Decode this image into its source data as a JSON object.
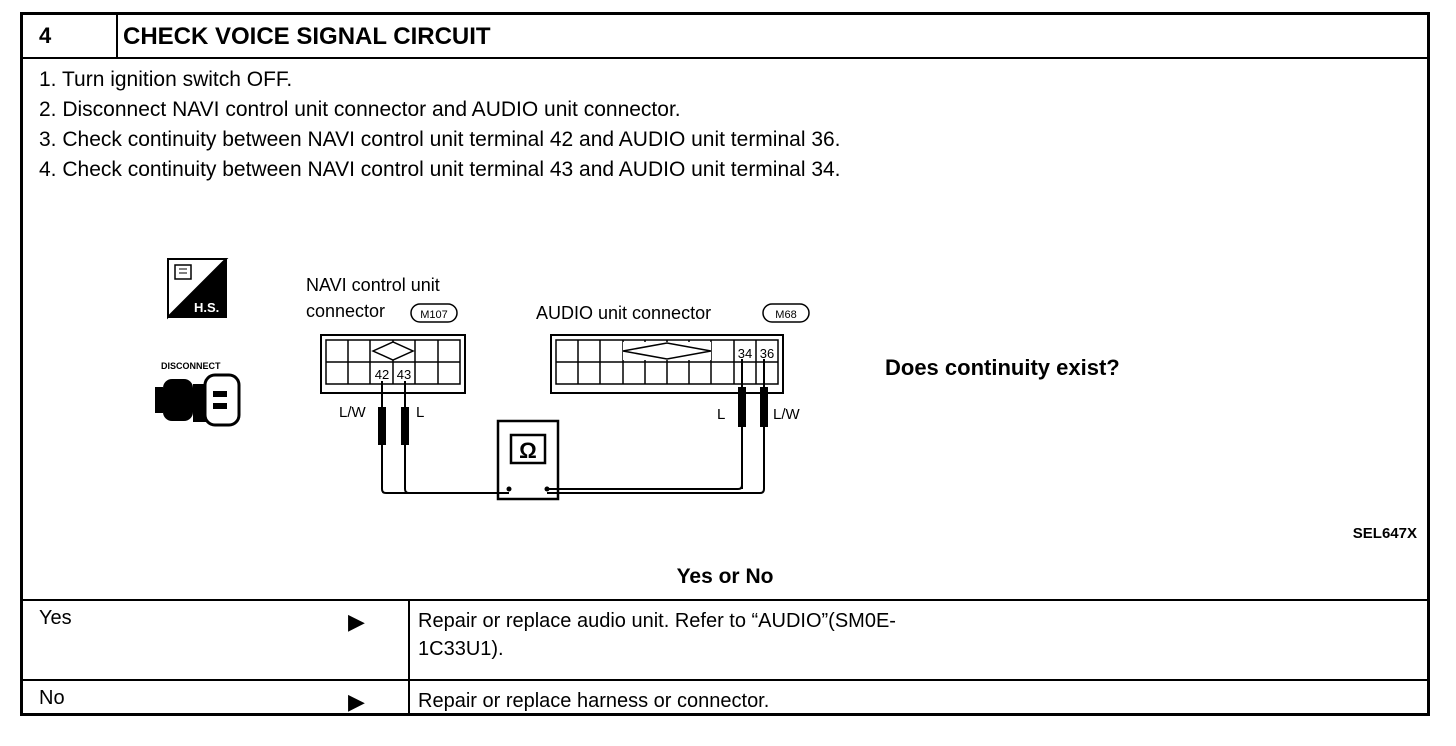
{
  "step": {
    "number": "4",
    "title": "CHECK VOICE SIGNAL CIRCUIT"
  },
  "instructions": [
    "1.  Turn ignition switch OFF.",
    "2.  Disconnect NAVI control unit connector and AUDIO unit connector.",
    "3.  Check continuity between NAVI control unit terminal 42 and AUDIO unit terminal 36.",
    "4.  Check continuity between NAVI control unit terminal 43 and AUDIO unit terminal 34."
  ],
  "diagram": {
    "icons": {
      "hs_label": "H.S.",
      "disconnect_label": "DISCONNECT"
    },
    "navi": {
      "label_line1": "NAVI  control  unit",
      "label_line2": "connector",
      "connector_id": "M107",
      "terminal_a": "42",
      "terminal_b": "43",
      "wire_a": "L/W",
      "wire_b": "L"
    },
    "audio": {
      "label": "AUDIO  unit  connector",
      "connector_id": "M68",
      "terminal_a": "34",
      "terminal_b": "36",
      "wire_a": "L",
      "wire_b": "L/W"
    },
    "meter_symbol": "Ω"
  },
  "question": "Does continuity exist?",
  "figure_ref": "SEL647X",
  "yes_or_no": "Yes or No",
  "results": [
    {
      "label": "Yes",
      "arrow": "▶",
      "action_line1": "Repair or replace audio unit. Refer to “AUDIO”(SM0E-",
      "action_line2": "1C33U1)."
    },
    {
      "label": "No",
      "arrow": "▶",
      "action_line1": "Repair or replace harness or connector.",
      "action_line2": ""
    }
  ]
}
